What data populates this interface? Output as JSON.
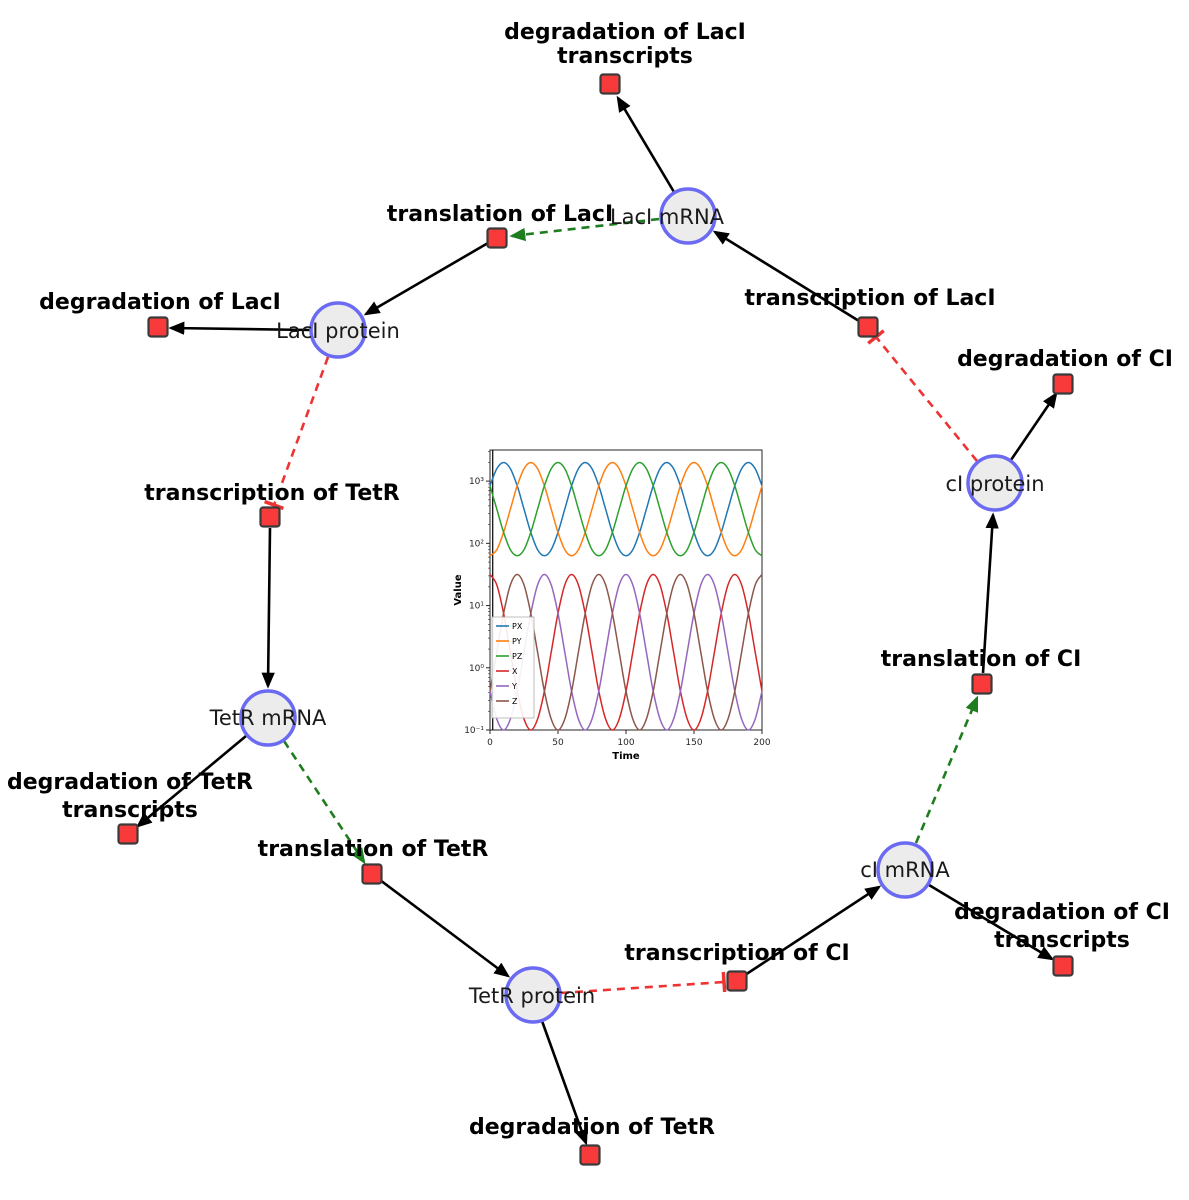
{
  "diagram": {
    "species": [
      {
        "id": "LacI_mRNA",
        "label": "LacI mRNA"
      },
      {
        "id": "LacI_protein",
        "label": "LacI protein"
      },
      {
        "id": "TetR_mRNA",
        "label": "TetR mRNA"
      },
      {
        "id": "TetR_protein",
        "label": "TetR protein"
      },
      {
        "id": "cI_mRNA",
        "label": "cI mRNA"
      },
      {
        "id": "cI_protein",
        "label": "cI protein"
      }
    ],
    "reactions": [
      {
        "id": "degradation_of_LacI_transcripts",
        "line1": "degradation of LacI",
        "line2": "transcripts"
      },
      {
        "id": "translation_of_LacI",
        "line1": "translation of LacI"
      },
      {
        "id": "transcription_of_LacI",
        "line1": "transcription of LacI"
      },
      {
        "id": "degradation_of_LacI",
        "line1": "degradation of LacI"
      },
      {
        "id": "degradation_of_CI",
        "line1": "degradation of CI"
      },
      {
        "id": "transcription_of_TetR",
        "line1": "transcription of TetR"
      },
      {
        "id": "translation_of_CI",
        "line1": "translation of CI"
      },
      {
        "id": "degradation_of_TetR_transcripts",
        "line1": "degradation of TetR",
        "line2": "transcripts"
      },
      {
        "id": "translation_of_TetR",
        "line1": "translation of TetR"
      },
      {
        "id": "degradation_of_CI_transcripts",
        "line1": "degradation of CI",
        "line2": "transcripts"
      },
      {
        "id": "transcription_of_CI",
        "line1": "transcription of CI"
      },
      {
        "id": "degradation_of_TetR",
        "line1": "degradation of TetR"
      }
    ],
    "edges": [
      {
        "from": "LacI_mRNA",
        "to": "degradation_of_LacI_transcripts",
        "type": "consumption"
      },
      {
        "from": "translation_of_LacI",
        "to": "LacI_protein",
        "type": "production"
      },
      {
        "from": "transcription_of_LacI",
        "to": "LacI_mRNA",
        "type": "production"
      },
      {
        "from": "LacI_protein",
        "to": "degradation_of_LacI",
        "type": "consumption"
      },
      {
        "from": "cI_protein",
        "to": "degradation_of_CI",
        "type": "consumption"
      },
      {
        "from": "transcription_of_TetR",
        "to": "TetR_mRNA",
        "type": "production"
      },
      {
        "from": "TetR_mRNA",
        "to": "degradation_of_TetR_transcripts",
        "type": "consumption"
      },
      {
        "from": "translation_of_TetR",
        "to": "TetR_protein",
        "type": "production"
      },
      {
        "from": "TetR_protein",
        "to": "degradation_of_TetR",
        "type": "consumption"
      },
      {
        "from": "transcription_of_CI",
        "to": "cI_mRNA",
        "type": "production"
      },
      {
        "from": "cI_mRNA",
        "to": "degradation_of_CI_transcripts",
        "type": "consumption"
      },
      {
        "from": "translation_of_CI",
        "to": "cI_protein",
        "type": "production"
      },
      {
        "from": "LacI_mRNA",
        "to": "translation_of_LacI",
        "type": "modifier"
      },
      {
        "from": "TetR_mRNA",
        "to": "translation_of_TetR",
        "type": "modifier"
      },
      {
        "from": "cI_mRNA",
        "to": "translation_of_CI",
        "type": "modifier"
      },
      {
        "from": "LacI_protein",
        "to": "transcription_of_TetR",
        "type": "inhibition"
      },
      {
        "from": "cI_protein",
        "to": "transcription_of_LacI",
        "type": "inhibition"
      },
      {
        "from": "TetR_protein",
        "to": "transcription_of_CI",
        "type": "inhibition"
      }
    ],
    "colors": {
      "species_fill": "#ececec",
      "species_stroke": "#6a6af2",
      "reaction_fill": "#f93a3a",
      "reaction_stroke": "#3a3a3a",
      "flow_edge": "#000000",
      "modifier_edge": "#1e7d1e",
      "inhibition_edge": "#ee3333"
    }
  },
  "chart_data": {
    "type": "line",
    "title": "",
    "xlabel": "Time",
    "ylabel": "Value",
    "yscale": "log",
    "xlim": [
      0,
      200
    ],
    "ylim": [
      0.1,
      3163
    ],
    "xticks": [
      0,
      50,
      100,
      150,
      200
    ],
    "ytick_values": [
      0.1,
      1,
      10,
      100,
      1000
    ],
    "ytick_labels": [
      "10⁻¹",
      "10⁰",
      "10¹",
      "10²",
      "10³"
    ],
    "grid": false,
    "legend_position": "lower left",
    "transient_line_x": 2,
    "x": [
      0,
      5,
      10,
      15,
      20,
      25,
      30,
      35,
      40,
      45,
      50,
      55,
      60,
      65,
      70,
      75,
      80,
      85,
      90,
      95,
      100,
      105,
      110,
      115,
      120,
      125,
      130,
      135,
      140,
      145,
      150,
      155,
      160,
      165,
      170,
      175,
      180,
      185,
      190,
      195,
      200
    ],
    "series": [
      {
        "name": "PX",
        "color": "#1f77b4",
        "values": [
          841,
          1585,
          1995,
          1585,
          841,
          355,
          150,
          79,
          63,
          79,
          150,
          355,
          841,
          1585,
          1995,
          1585,
          841,
          355,
          150,
          79,
          63,
          79,
          150,
          355,
          841,
          1585,
          1995,
          1585,
          841,
          355,
          150,
          79,
          63,
          79,
          150,
          355,
          841,
          1585,
          1995,
          1585,
          841
        ]
      },
      {
        "name": "PY",
        "color": "#ff7f0e",
        "values": [
          63,
          79,
          150,
          355,
          841,
          1585,
          1995,
          1585,
          841,
          355,
          150,
          79,
          63,
          79,
          150,
          355,
          841,
          1585,
          1995,
          1585,
          841,
          355,
          150,
          79,
          63,
          79,
          150,
          355,
          841,
          1585,
          1995,
          1585,
          841,
          355,
          150,
          79,
          63,
          79,
          150,
          355,
          841
        ]
      },
      {
        "name": "PZ",
        "color": "#2ca02c",
        "values": [
          841,
          355,
          150,
          79,
          63,
          79,
          150,
          355,
          841,
          1585,
          1995,
          1585,
          841,
          355,
          150,
          79,
          63,
          79,
          150,
          355,
          841,
          1585,
          1995,
          1585,
          841,
          355,
          150,
          79,
          63,
          79,
          150,
          355,
          841,
          1585,
          1995,
          1585,
          841,
          355,
          150,
          79,
          63
        ]
      },
      {
        "name": "X",
        "color": "#d62728",
        "values": [
          31.6,
          21.5,
          7.5,
          1.78,
          0.42,
          0.15,
          0.1,
          0.15,
          0.42,
          1.78,
          7.5,
          21.5,
          31.6,
          21.5,
          7.5,
          1.78,
          0.42,
          0.15,
          0.1,
          0.15,
          0.42,
          1.78,
          7.5,
          21.5,
          31.6,
          21.5,
          7.5,
          1.78,
          0.42,
          0.15,
          0.1,
          0.15,
          0.42,
          1.78,
          7.5,
          21.5,
          31.6,
          21.5,
          7.5,
          1.78,
          0.42
        ]
      },
      {
        "name": "Y",
        "color": "#9467bd",
        "values": [
          0.42,
          0.15,
          0.1,
          0.15,
          0.42,
          1.78,
          7.5,
          21.5,
          31.6,
          21.5,
          7.5,
          1.78,
          0.42,
          0.15,
          0.1,
          0.15,
          0.42,
          1.78,
          7.5,
          21.5,
          31.6,
          21.5,
          7.5,
          1.78,
          0.42,
          0.15,
          0.1,
          0.15,
          0.42,
          1.78,
          7.5,
          21.5,
          31.6,
          21.5,
          7.5,
          1.78,
          0.42,
          0.15,
          0.1,
          0.15,
          0.42
        ]
      },
      {
        "name": "Z",
        "color": "#8c564b",
        "values": [
          0.42,
          1.78,
          7.5,
          21.5,
          31.6,
          21.5,
          7.5,
          1.78,
          0.42,
          0.15,
          0.1,
          0.15,
          0.42,
          1.78,
          7.5,
          21.5,
          31.6,
          21.5,
          7.5,
          1.78,
          0.42,
          0.15,
          0.1,
          0.15,
          0.42,
          1.78,
          7.5,
          21.5,
          31.6,
          21.5,
          7.5,
          1.78,
          0.42,
          0.15,
          0.1,
          0.15,
          0.42,
          1.78,
          7.5,
          21.5,
          31.6
        ]
      }
    ]
  }
}
